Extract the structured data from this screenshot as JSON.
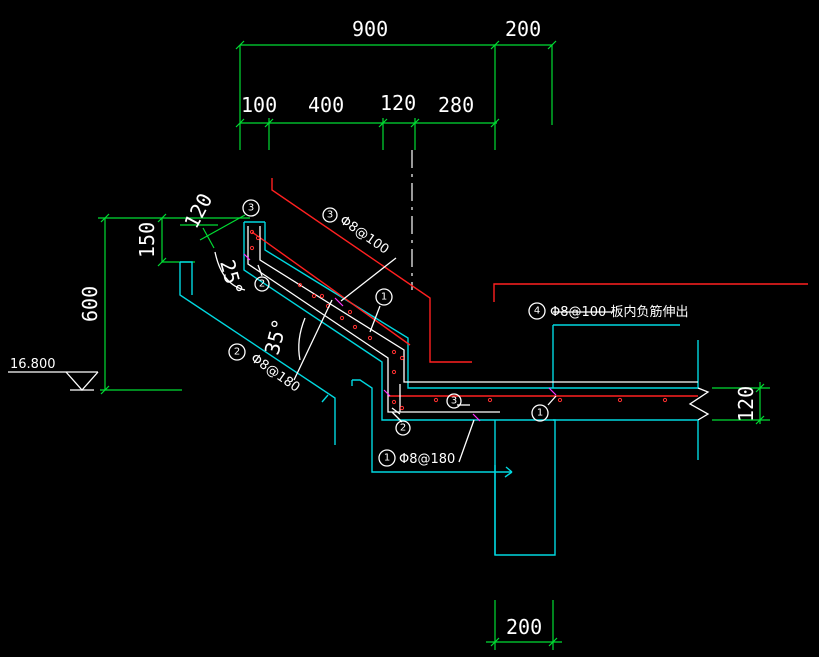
{
  "dimensions": {
    "top_total": "900",
    "top_right": "200",
    "seg_1": "100",
    "seg_2": "400",
    "seg_3": "120",
    "seg_4": "280",
    "left_height": "600",
    "left_small": "150",
    "slab_thickness_top": "120",
    "slab_thickness_right": "120",
    "bottom_beam": "200"
  },
  "angles": {
    "upper": "25°",
    "lower": "35°"
  },
  "elevation": "16.800",
  "rebar_labels": {
    "r3": "Φ8@100",
    "r2": "Φ8@180",
    "r1": "Φ8@180",
    "r4": "Φ8@100 板内负筋伸出"
  },
  "markers": {
    "m1": "1",
    "m2": "2",
    "m3": "3",
    "m4": "4"
  },
  "colors": {
    "background": "#000000",
    "dimension": "#00dd33",
    "concrete": "#00d8e0",
    "rebar_bottom": "#ffffff",
    "rebar_top": "#ff2020",
    "marker": "#ff33ff"
  }
}
